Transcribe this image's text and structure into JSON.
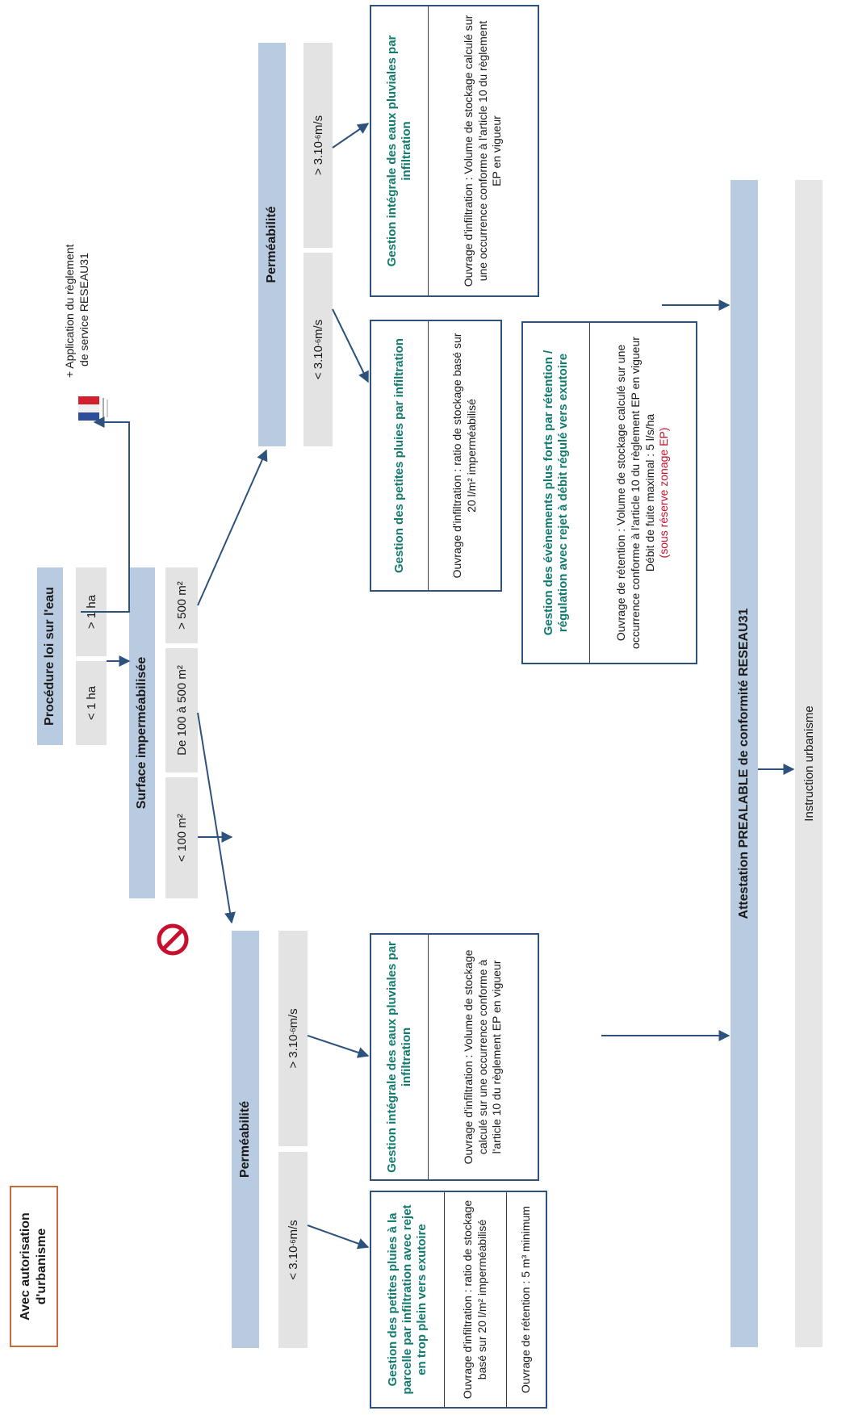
{
  "urbanisme_box": {
    "line1": "Avec autorisation",
    "line2": "d'urbanisme"
  },
  "loi_eau": {
    "title": "Procédure loi sur l'eau",
    "under": "< 1 ha",
    "over": "> 1 ha"
  },
  "reglement_note": {
    "line1": "+ Application du règlement",
    "line2": "de service RESEAU31"
  },
  "surface": {
    "title": "Surface imperméabilisée",
    "options": [
      "< 100 m²",
      "De 100 à 500 m²",
      "> 500 m²"
    ]
  },
  "permeabilite_label": "Perméabilité",
  "perm_low_prefix": "< 3.10",
  "perm_high_prefix": "> 3.10",
  "perm_exp": "-6",
  "perm_unit": " m/s",
  "box_petites_trop_plein": {
    "title": "Gestion des petites pluies à la parcelle par infiltration avec rejet en trop plein vers exutoire",
    "body1": "Ouvrage d'infiltration : ratio de stockage basé sur 20 l/m² imperméabilisé",
    "body2": "Ouvrage de rétention : 5 m³ minimum"
  },
  "box_integrale": {
    "title": "Gestion intégrale des eaux pluviales par infiltration",
    "body": "Ouvrage d'infiltration : Volume de stockage calculé sur une occurrence conforme à l'article 10 du règlement EP en vigueur"
  },
  "box_petites_infiltration": {
    "title": "Gestion des petites pluies par infiltration",
    "body": "Ouvrage d'infiltration : ratio de stockage basé sur 20 l/m² imperméabilisé"
  },
  "box_evenements": {
    "title": "Gestion des évènements plus forts par rétention / régulation avec rejet à débit régulé vers exutoire",
    "body1": "Ouvrage de rétention : Volume de stockage calculé sur une occurrence conforme à l'article 10 du règlement EP en vigueur",
    "body2": "Débit de fuite maximal : 5 l/s/ha",
    "body3": "(sous réserve zonage EP)"
  },
  "attestation": "Attestation PREALABLE de conformité RESEAU31",
  "instruction": "Instruction urbanisme"
}
